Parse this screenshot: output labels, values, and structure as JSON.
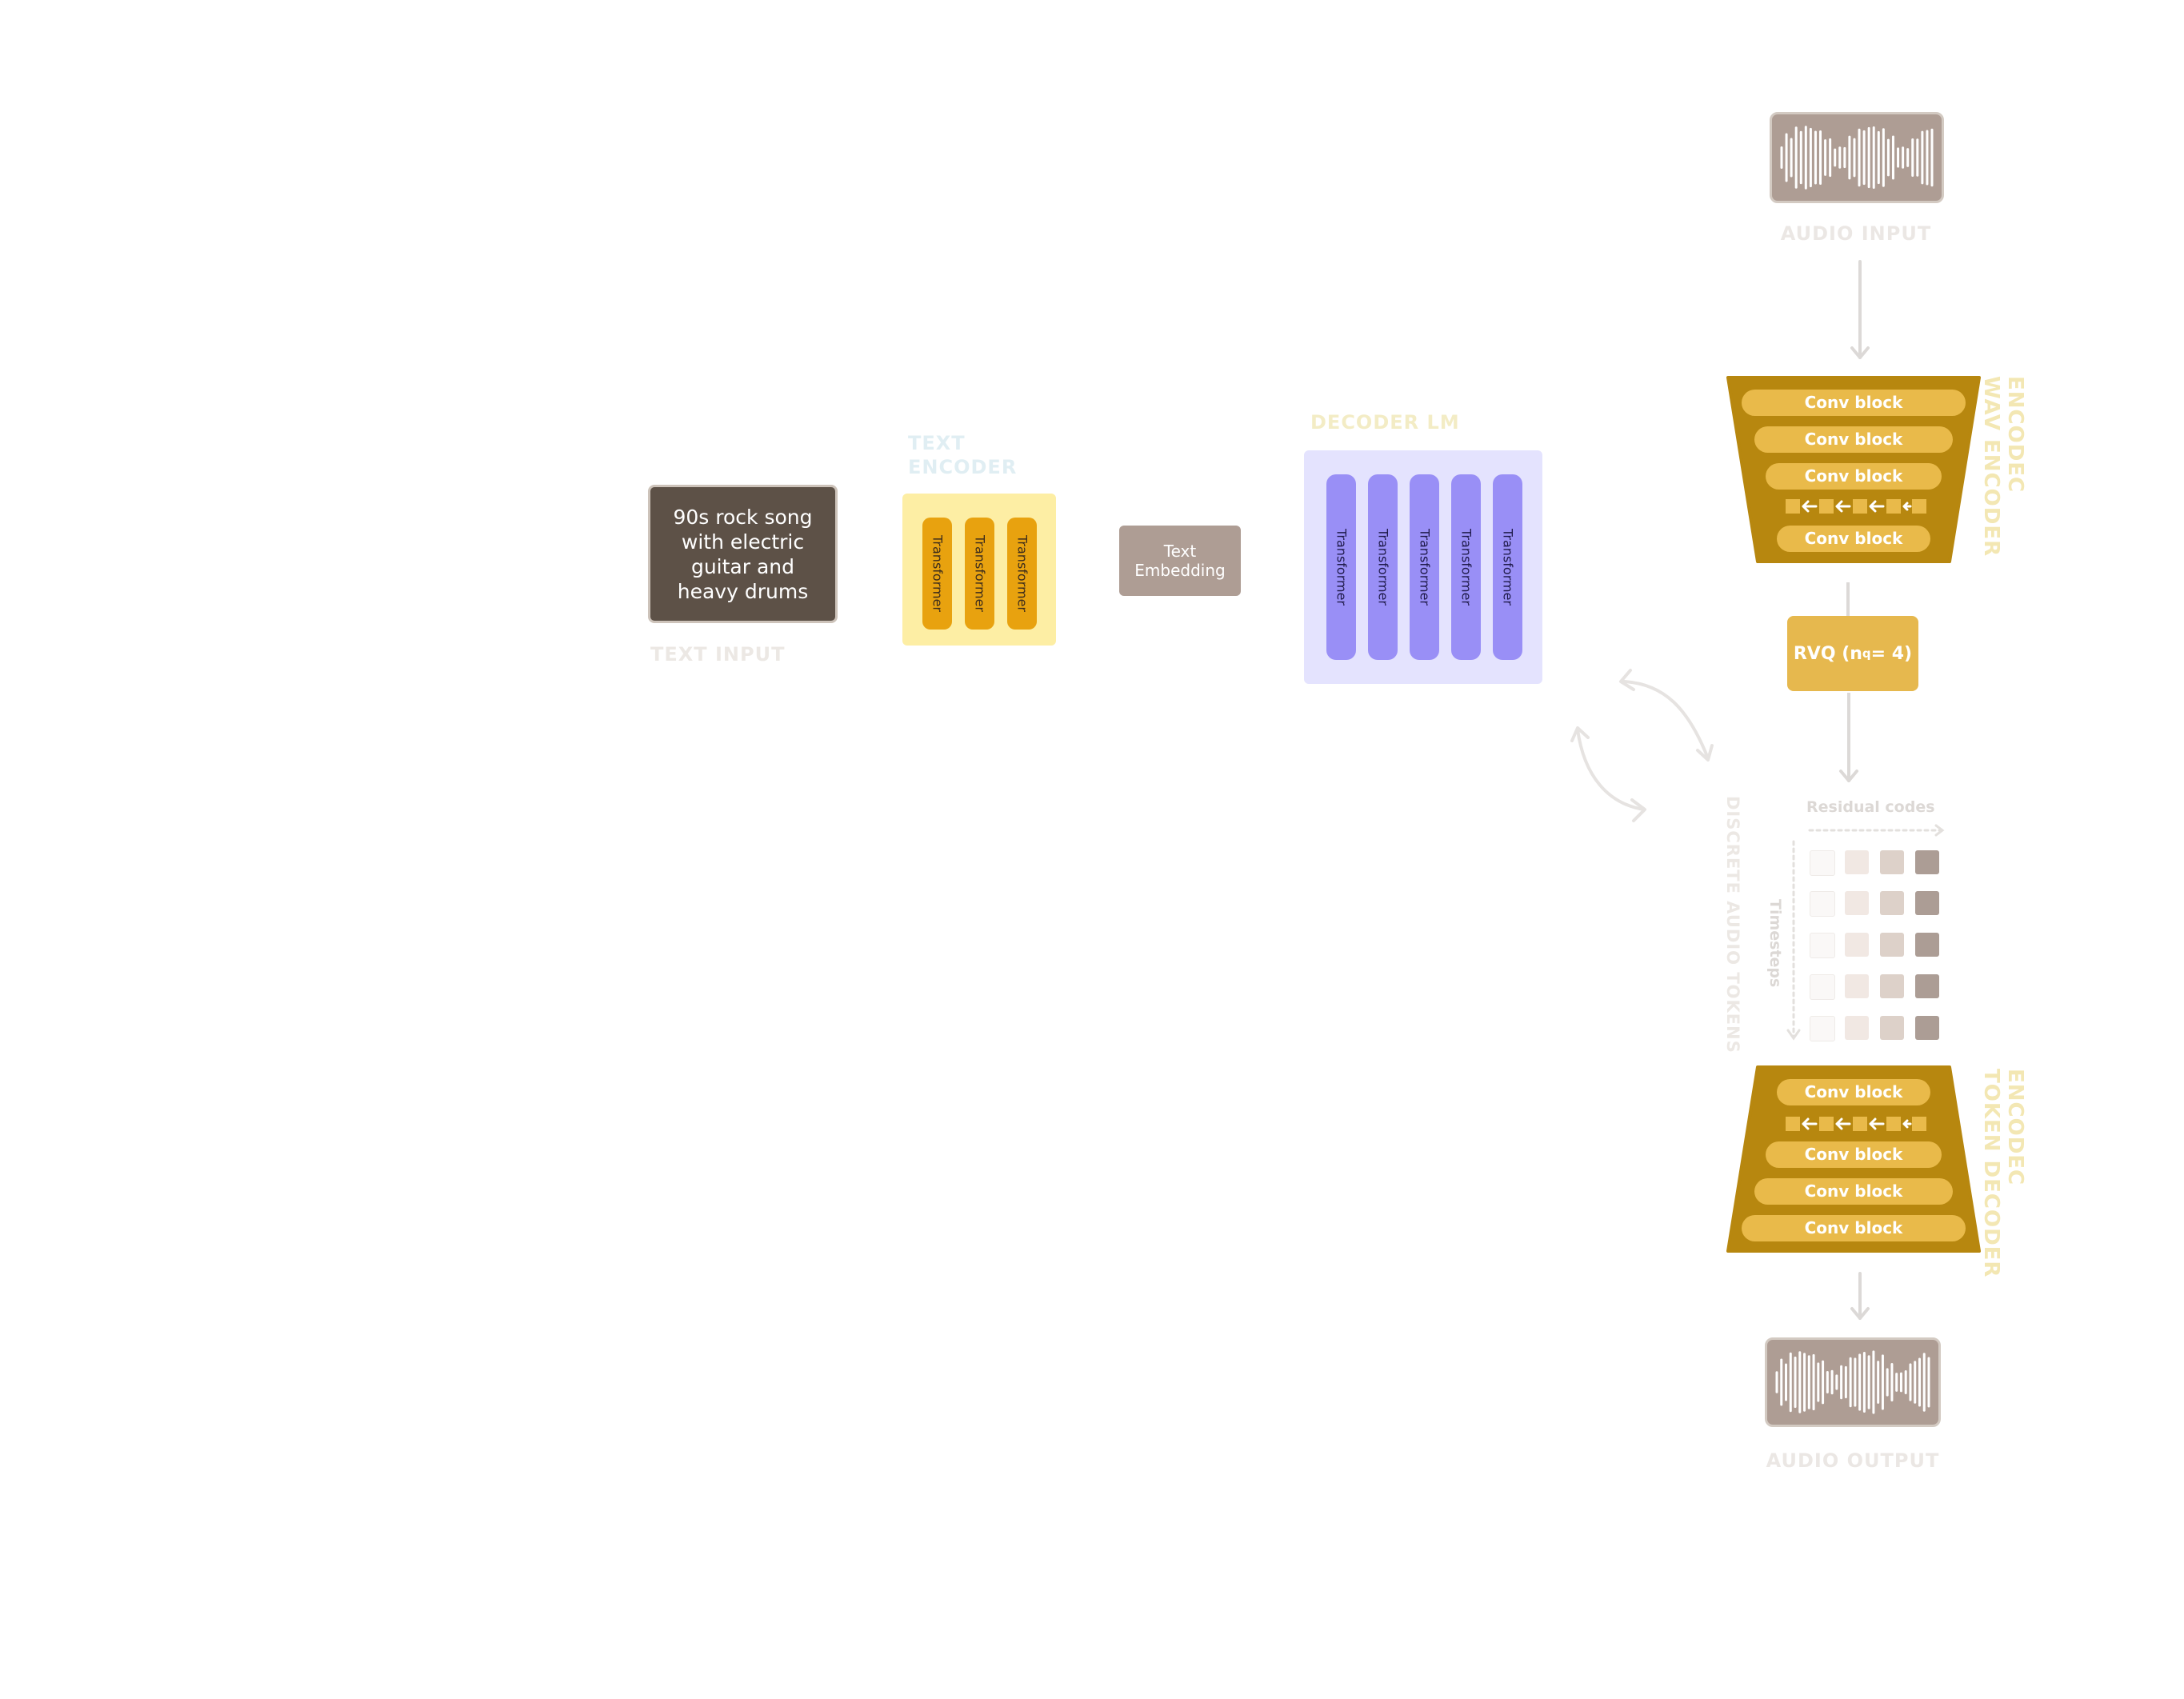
{
  "text_input": {
    "text": "90s rock song with electric guitar and heavy drums",
    "caption": "TEXT INPUT"
  },
  "text_encoder": {
    "caption_line1": "TEXT",
    "caption_line2": "ENCODER",
    "blocks": [
      "Transformer",
      "Transformer",
      "Transformer"
    ]
  },
  "text_embedding": {
    "line1": "Text",
    "line2": "Embedding"
  },
  "decoder_lm": {
    "caption": "DECODER LM",
    "blocks": [
      "Transformer",
      "Transformer",
      "Transformer",
      "Transformer",
      "Transformer"
    ]
  },
  "audio_input": {
    "caption": "AUDIO INPUT"
  },
  "wav_encoder": {
    "caption_line1": "ENCODEC",
    "caption_line2": "WAV ENCODER",
    "blocks": [
      "Conv block",
      "Conv block",
      "Conv block",
      "Conv block"
    ]
  },
  "rvq": {
    "prefix": "RVQ (n",
    "subscript": "q",
    "suffix": " = 4)"
  },
  "audio_tokens": {
    "caption": "DISCRETE AUDIO TOKENS",
    "residual_label": "Residual codes",
    "timesteps_label": "Timesteps"
  },
  "token_decoder": {
    "caption_line1": "ENCODEC",
    "caption_line2": "TOKEN DECODER",
    "blocks": [
      "Conv block",
      "Conv block",
      "Conv block",
      "Conv block"
    ]
  },
  "audio_output": {
    "caption": "AUDIO OUTPUT"
  },
  "colors": {
    "text_input_bg": "#5d5147",
    "encoder_bg": "#fdeea4",
    "encoder_block": "#e8a20f",
    "embedding_bg": "#ae9d94",
    "decoder_bg": "#e4e3fe",
    "decoder_block": "#998ff6",
    "encodec_body": "#b7870f",
    "conv_block": "#e9ba4a",
    "rvq_bg": "#e6b84e",
    "audio_box": "#ae9d94"
  }
}
